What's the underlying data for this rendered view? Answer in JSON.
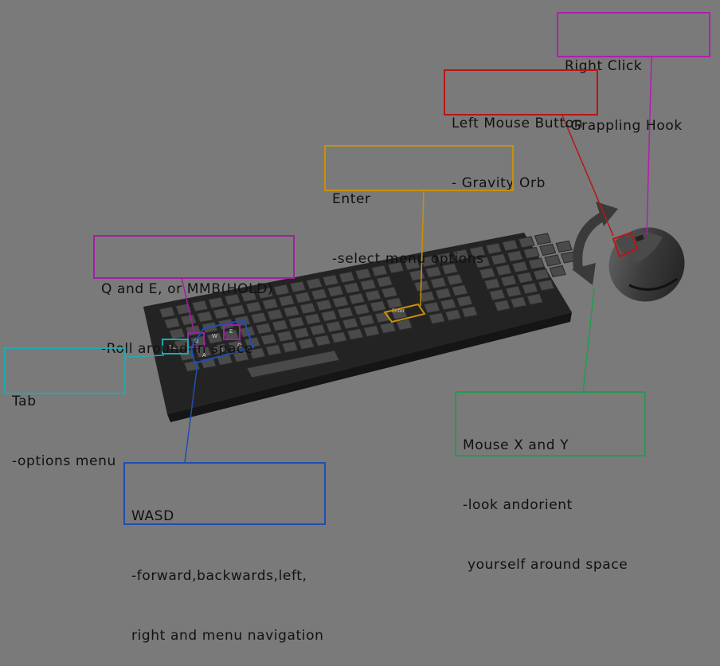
{
  "callouts": {
    "right_click": {
      "title": "Right Click",
      "desc": "-Grappling Hook",
      "color": "#b01eb0"
    },
    "left_mouse": {
      "title": "Left Mouse Button",
      "desc": "- Gravity Orb",
      "color": "#b81616"
    },
    "enter": {
      "title": "Enter",
      "desc": "-select menu options",
      "color": "#c8900a"
    },
    "q_and_e": {
      "title": "Q and E, or MMB(HOLD)",
      "desc": "-Roll around in space",
      "color": "#a31ea3"
    },
    "tab": {
      "title": "Tab",
      "desc": "-options menu",
      "color": "#1fa9b0"
    },
    "mouse_xy": {
      "title": "Mouse X and Y",
      "desc": "-look andorient",
      "desc2": " yourself around space",
      "color": "#1f9e4c"
    },
    "wasd": {
      "title": "WASD",
      "desc": "-forward,backwards,left,",
      "desc2": "right and menu navigation",
      "color": "#1f4fb0"
    }
  },
  "key_legends": {
    "tab": "Tab",
    "q": "Q",
    "w": "W",
    "e": "E",
    "a": "A",
    "s": "S",
    "d": "D",
    "enter": "Enter"
  }
}
